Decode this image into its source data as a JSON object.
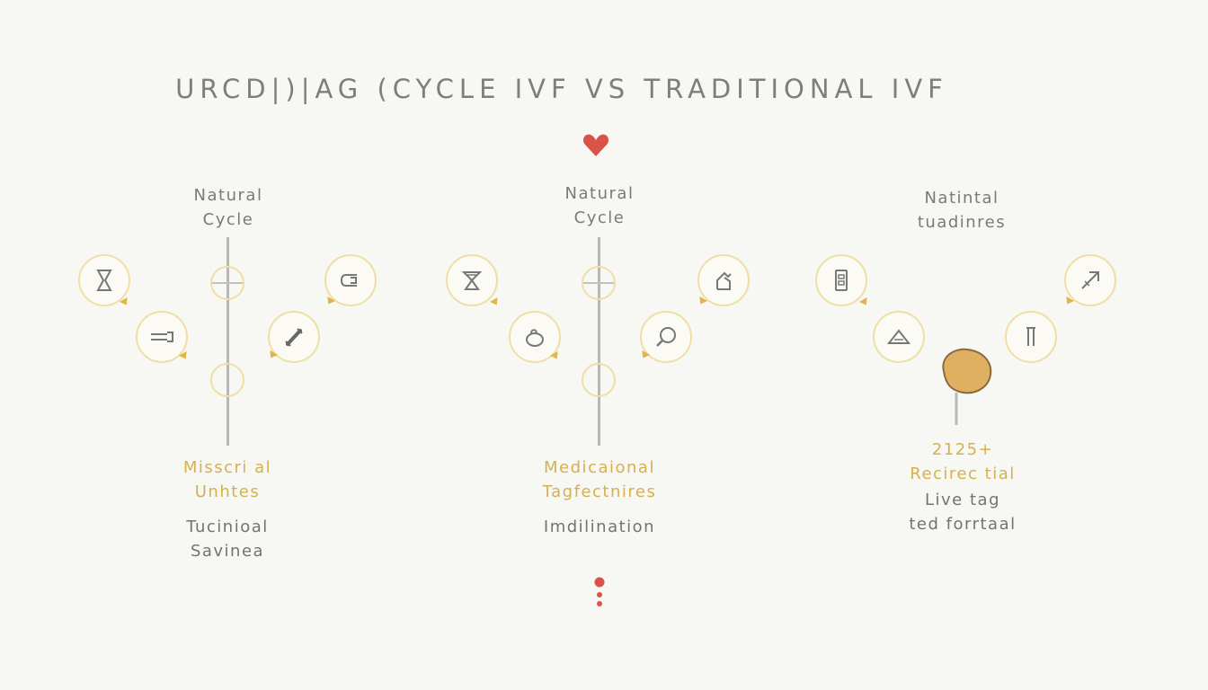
{
  "title": "URCD|)|AG (CYCLE IVF VS TRADITIONAL IVF",
  "colors": {
    "background": "#f7f7f4",
    "title": "#7e7e7e",
    "accent_gold": "#d7b04e",
    "node_border": "#f1dea6",
    "heart": "#d9534a",
    "egg": "#e0b062"
  },
  "columns": [
    {
      "label": [
        "Natural",
        "Cycle"
      ],
      "bottom_gold": [
        "Misscri al",
        "Unhtes"
      ],
      "bottom_grey": [
        "Tucinioal",
        "Savinea"
      ],
      "icons": [
        "hourglass-icon",
        "cable-icon",
        "pill-bottle-icon",
        "syringe-icon"
      ]
    },
    {
      "label": [
        "Natural",
        "Cycle"
      ],
      "bottom_gold": [
        "Medicaional",
        "Tagfectnires"
      ],
      "bottom_grey": [
        "Imdilination"
      ],
      "icons": [
        "funnel-icon",
        "bag-icon",
        "magnifier-icon",
        "flask-icon"
      ]
    },
    {
      "label": [
        "Natintal",
        "tuadinres"
      ],
      "bottom_gold": [
        "2125+",
        "Recirec tial"
      ],
      "bottom_grey": [
        "Live tag",
        "ted forrtaal"
      ],
      "icons": [
        "phone-icon",
        "triangle-icon",
        "catheter-icon",
        "arrow-icon"
      ]
    }
  ]
}
